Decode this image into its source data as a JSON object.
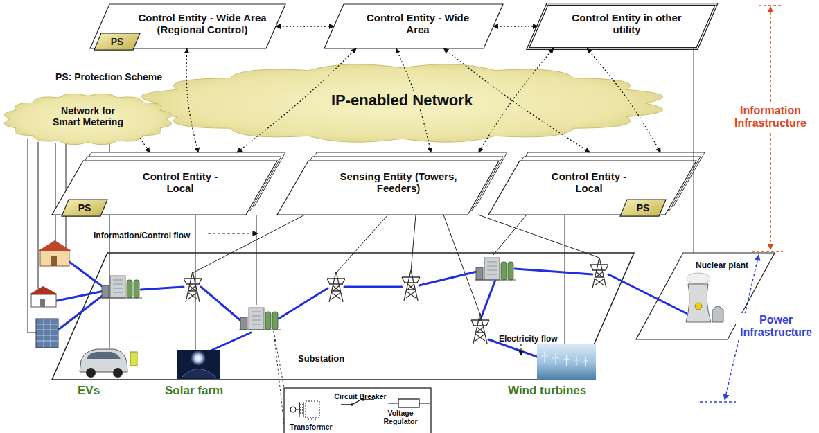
{
  "diagram": {
    "nodes": [
      {
        "text": [
          "Control Entity - Wide Area (Regional Control)"
        ]
      },
      {
        "text": [
          "PS"
        ],
        "in": 0
      },
      {
        "text": [
          "Control Entity - Wide Area"
        ]
      },
      {
        "text": [
          "Control Entity in other utility"
        ]
      },
      {
        "text": [
          "IP-enabled Network"
        ]
      },
      {
        "text": [
          "Network for Smart Metering"
        ]
      },
      {
        "text": [
          "Control Entity - Local"
        ]
      },
      {
        "text": [
          "PS"
        ],
        "in": 6
      },
      {
        "text": [
          "Sensing Entity (Towers, Feeders)"
        ]
      },
      {
        "text": [
          "Control Entity - Local"
        ]
      },
      {
        "text": [
          "PS"
        ],
        "in": 9
      },
      {
        "text": [
          "Nuclear plant"
        ]
      },
      {
        "text": [
          "Circuit Breaker",
          "Transformer",
          "Voltage Regulator"
        ]
      }
    ],
    "edges": [
      {
        "from": 0,
        "to": 2,
        "arrow": "both"
      },
      {
        "from": 2,
        "to": 3,
        "arrow": "both"
      },
      {
        "from": 0,
        "to": 6,
        "arrow": "both"
      },
      {
        "from": 2,
        "to": 6,
        "arrow": "both"
      },
      {
        "from": 2,
        "to": 8,
        "arrow": "both"
      },
      {
        "from": 2,
        "to": 9,
        "arrow": "both"
      },
      {
        "from": 3,
        "to": 9,
        "arrow": "both"
      },
      {
        "from": 3,
        "to": 8,
        "arrow": "both"
      },
      {
        "from": 5,
        "to": 6,
        "arrow": "to"
      },
      {
        "from": 3,
        "to": 11,
        "arrow": "none"
      }
    ],
    "labels": [
      "PS: Protection Scheme",
      "Information/Control flow",
      "Substation",
      "Electricity flow",
      "EVs",
      "Solar farm",
      "Wind turbines",
      "Information Infrastructure",
      "Power Infrastructure"
    ]
  }
}
